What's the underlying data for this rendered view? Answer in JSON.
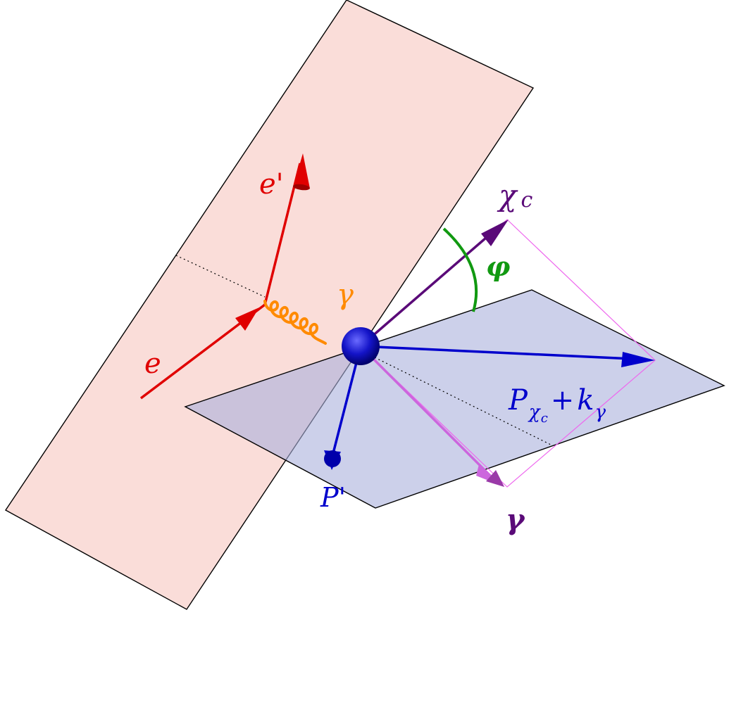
{
  "colors": {
    "lepton": "#e00000",
    "virtual_photon": "#ff8a00",
    "proton": "#0000cc",
    "chi": "#5a0a78",
    "photon_out": "#cc66dd",
    "angle": "#119911",
    "lepton_plane": "#f6c7c0",
    "hadron_plane": "#aab0dc",
    "parallelogram": "#ee66ee",
    "vertex": "#1010c0"
  },
  "labels": {
    "e_in": "e",
    "e_out": "e'",
    "gamma_virtual": "γ",
    "chi_c": "χ",
    "chi_c_sub": "c",
    "phi": "φ",
    "p_out": "P'",
    "sum_P": "P",
    "sum_chi_sub": "χ",
    "sum_chi_subsub": "c",
    "sum_plus": "+",
    "sum_k": "k",
    "sum_k_sub": "γ",
    "gamma_out": "γ"
  }
}
